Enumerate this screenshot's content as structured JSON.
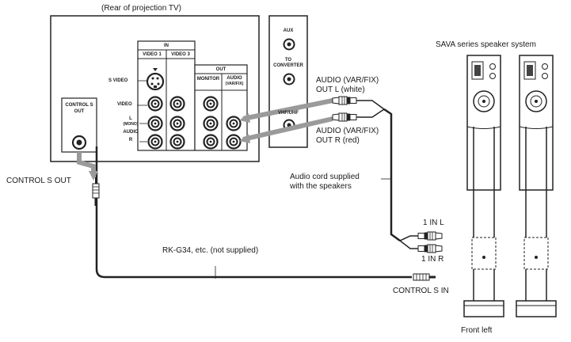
{
  "tv": {
    "caption": "(Rear of projection TV)",
    "in_header": "IN",
    "video1": "VIDEO 1",
    "video3": "VIDEO 3",
    "svideo": "S VIDEO",
    "video": "VIDEO",
    "l_label": "L",
    "mono": "(MONO)",
    "audio": "AUDIO",
    "r_label": "R",
    "out_header": "OUT",
    "monitor": "MONITOR",
    "audio_out": "AUDIO",
    "var_fix": "(VAR/FIX)",
    "control_s": "CONTROL S",
    "out": "OUT",
    "aux": "AUX",
    "to": "TO",
    "converter": "CONVERTER",
    "vhf_uhf": "VHF/UHF"
  },
  "labels": {
    "audio_out_l_1": "AUDIO (VAR/FIX)",
    "audio_out_l_2": "OUT L (white)",
    "audio_out_r_1": "AUDIO (VAR/FIX)",
    "audio_out_r_2": "OUT R (red)",
    "speaker_system": "SAVA series speaker system",
    "audio_cord_1": "Audio cord supplied",
    "audio_cord_2": "with the speakers",
    "control_s_out": "CONTROL S OUT",
    "rk_cable": "RK-G34, etc. (not supplied)",
    "in_l": "1 IN L",
    "in_r": "1 IN R",
    "control_s_in": "CONTROL S IN",
    "front_left": "Front left"
  }
}
